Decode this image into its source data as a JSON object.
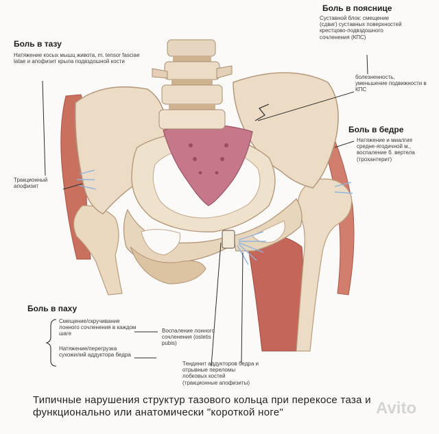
{
  "annotations": {
    "lower_back": {
      "heading": "Боль в пояснице",
      "text1": "Суставной блок: смещение (сдвиг) суставных поверхностей крестцово-подвздошного сочленения (КПС)",
      "text2": "болезненность, уменьшение подвижности в КПС"
    },
    "pelvis": {
      "heading": "Боль в тазу",
      "text1": "Натяжение косых мышц живота, m. tensor fasciae latae и апофизит крыла подвздошной кости",
      "text2": "Тракционный апофизит"
    },
    "hip": {
      "heading": "Боль в бедре",
      "text1": "Натяжение и миалгия средне-ягодичной м., воспаление б. вертела (трохантерит)"
    },
    "groin": {
      "heading": "Боль в паху",
      "text1": "Смещение/скручивание лонного сочленения в каждом шаге",
      "text2": "Натяжение/перегрузка сухожилий аддуктора бедра",
      "text3": "Воспаление лонного сочленения (ostetis pubis)",
      "text4": "Тендинит аддукторов бедра и отрывные переломы лобковых костей (тракционные апофизиты)"
    }
  },
  "caption": "Типичные нарушения структур тазового кольца при перекосе таза и функционально или анатомически \"короткой ноге\"",
  "watermark": "Avito",
  "colors": {
    "bone": "#ecdcc6",
    "bone_shadow": "#cdb091",
    "muscle": "#c4675a",
    "sacrum": "#c6788a",
    "inflammation": "#8fb4df",
    "line": "#2b2b2b"
  }
}
